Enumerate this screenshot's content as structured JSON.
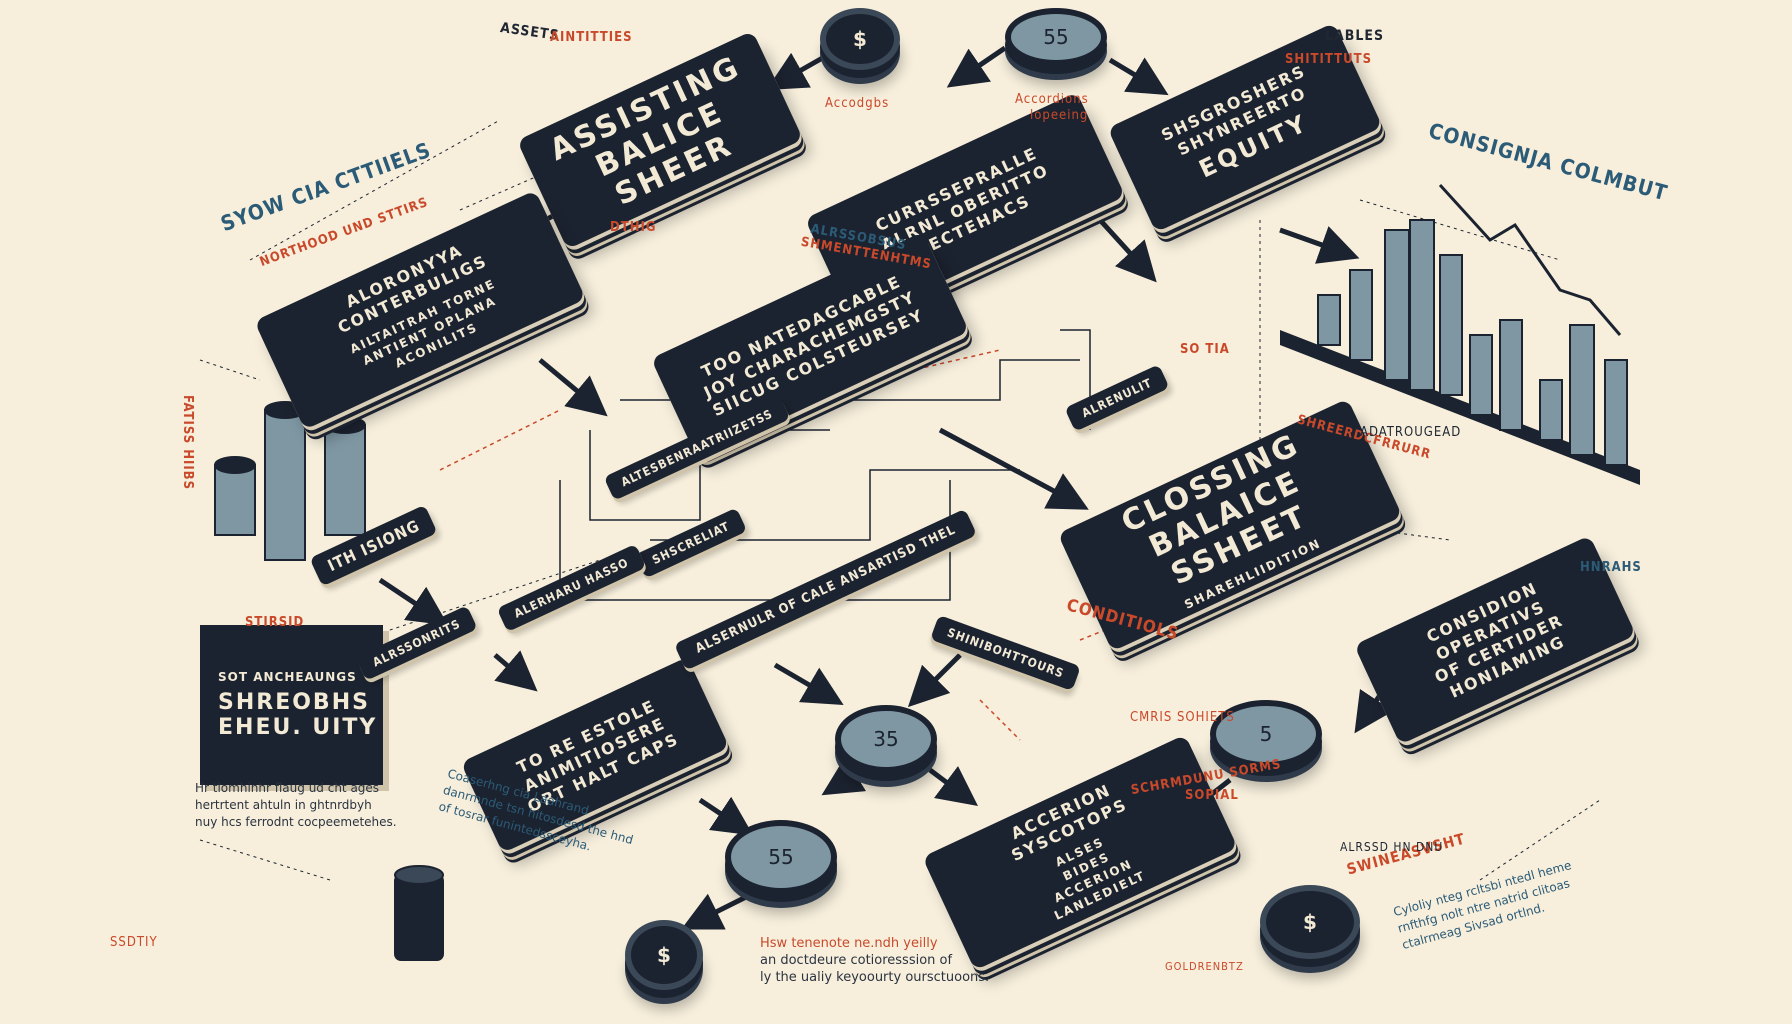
{
  "labels": {
    "assets": "ASSETS",
    "aintitties": "AINTITTIES",
    "labels_top": "LABLES",
    "shitittuts": "SHITITTUTS",
    "accodgbs": "Accodgbs",
    "accordions": "Accordions",
    "lopening": "lopeeing",
    "syow": "SYOW CIA CTTIIELS",
    "northood": "NORTHOOD UND STTIRS",
    "consignja": "CONSIGNJA COLMBUT",
    "alrssobsus": "ALRSSOBSUS",
    "sumentenhs": "SHMENTTENHTMS",
    "dthig": "DTHIG",
    "sodta": "SO TIA",
    "fatiss": "FATISS HIIBS",
    "shreeed": "SHREERDCFRRURR",
    "adatroug": "ADATROUGEAD",
    "conditions": "CONDITIOLS",
    "cmris": "CMRIS SOHIETS",
    "schrmdunu": "SCHRMDUNU SORMS",
    "sopial": "SOPIAL",
    "stirsid": "STIRSID",
    "hnrahs": "HNRAHS",
    "swineasvsht": "SWINEASVSHT",
    "aldes": "ALRSSD HN DNU",
    "goldrenbtz": "GOLDRENBTZ",
    "sodtiby": "SSDTIY"
  },
  "cards": {
    "assisting": [
      "ASSISTING",
      "BALICE",
      "SHEER"
    ],
    "accounting_basics": [
      "CURRSSEPRALLE",
      "ALRNL OBERITTO",
      "PECTEHACS"
    ],
    "shareholders": [
      "SHSGROSHERS",
      "SHYNREERTO",
      "EQUITY"
    ],
    "alrony": [
      "ALORONYYA",
      "CONTERBULIGS",
      "AILTAITRAH TORNE",
      "ANTIENT OPLANA",
      "ACONILITS"
    ],
    "middle": [
      "TOO NATEDAGCABLE",
      "JOY CHARACHEMGSTY",
      "SIICUG COLSTEURSEY"
    ],
    "closing": [
      "CLOSSING",
      "BALAICE",
      "SSHEET"
    ],
    "closing_sub": "SHAREHLIIDITION",
    "condition": [
      "CONSIDION",
      "OPERATIVS",
      "OF CERTIDER",
      "HONIAMING"
    ],
    "totheestole": [
      "TO RE ESTOLE",
      "ANIMITIOSERE",
      "ORT HALT CAPS"
    ],
    "accerion": [
      "ACCERION",
      "SYSCOTOPS",
      "ALSES",
      "BIDES",
      "ACCERION",
      "LANLEDIELT"
    ],
    "shreobhs": [
      "SOT ANCHEAUNGS",
      "SHREOBHS",
      "EHEU. UITY"
    ]
  },
  "pills": {
    "p1": "ALRENULIT",
    "p2": "ALTESBENRAATRIIZETSS",
    "p3": "SHSCRELIAT",
    "p4": "ALSERNULR OF CALE ANSARTISD THEL",
    "p5": "ALERHARU HASSO",
    "p6": "ALRSSONRITS",
    "p7": "ITH ISIONG",
    "p8": "SHINIBOHTTOURS"
  },
  "coins": {
    "c1": "$",
    "c2": "55",
    "c3": "35",
    "c4": "5",
    "c5": "55",
    "c6": "$",
    "c7": "$"
  },
  "notes": {
    "bottom_center": [
      "Hsw tenenote ne.ndh yeilly",
      "an doctdeure cotioresssion of",
      "ly the ualiy keyoourty oursctuoons."
    ],
    "left_block": [
      "Hr tlomhinhr flaug ud cht ages",
      "hertrtent ahtuln in ghtnrdbyh",
      "nuy hcs ferrodnt cocpeemetehes."
    ],
    "left_mid": [
      "Coaserhng cia Laahrand",
      "danrmnde tsn hitosdesd the hnd",
      "of tosrar funintedssceyha."
    ],
    "right_block": [
      "Cyloliy nteg rcltsbi ntedl heme",
      "rnfthfg nolt ntre natrid clitoas",
      "ctalrmeag Sivsad ortlnd."
    ]
  },
  "colors": {
    "background": "#f7efdc",
    "ink": "#1c2330",
    "accent_red": "#c9492a",
    "accent_teal": "#2b5b77",
    "coin_fill": "#7e97a3"
  }
}
